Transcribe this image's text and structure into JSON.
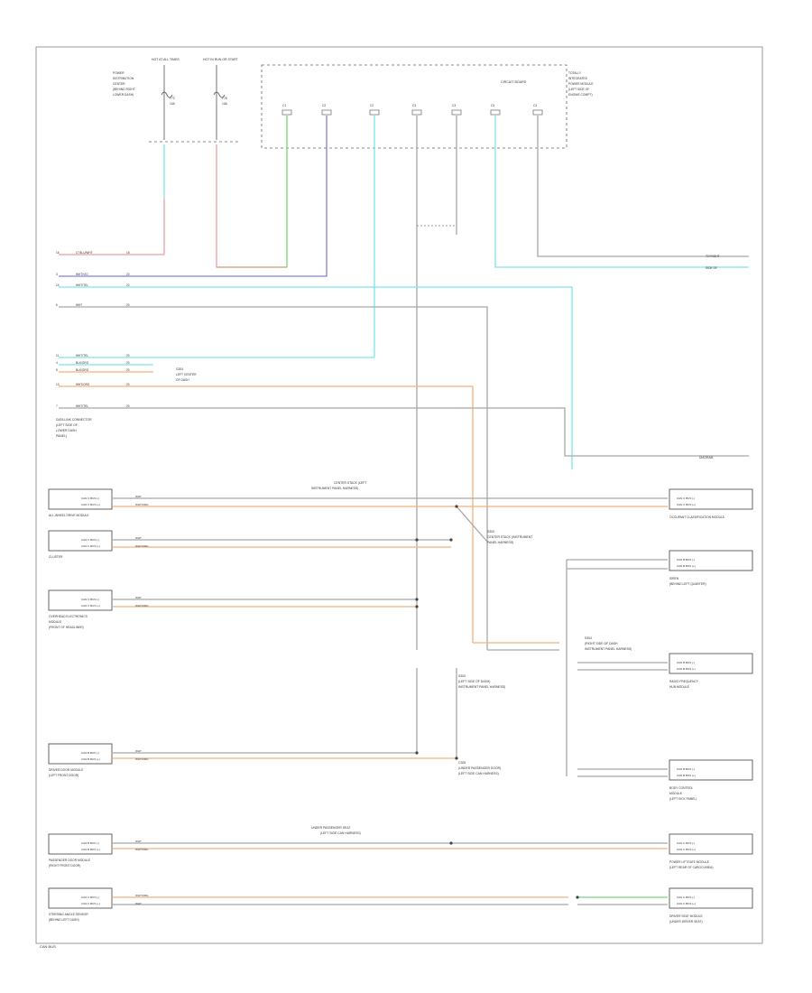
{
  "page": {
    "footer_code": "CAN BUS"
  },
  "colors": {
    "red": "#e8a0a0",
    "green": "#7ad67a",
    "violet": "#8080e0",
    "cyan": "#7fe5e5",
    "orange": "#f3b27a",
    "gray": "#a8a8a8",
    "tan": "#c8a880",
    "black": "#555555"
  },
  "top_fuses": {
    "fuse1": {
      "label": "HOT AT ALL TIMES",
      "desc": [
        "POWER",
        "DISTRIBUTION",
        "CENTER",
        "(BEHIND RIGHT",
        "LOWER DASH)"
      ],
      "amp": "F72",
      "size": "10A"
    },
    "fuse2": {
      "label": "HOT IN RUN OR START",
      "amp": "F78",
      "size": "10A"
    }
  },
  "body_module": {
    "label": "CIRCUIT BOARD",
    "desc": [
      "TOTALLY",
      "INTEGRATED",
      "POWER MODULE",
      "(LEFT SIDE OF",
      "ENGINE COMPT)"
    ],
    "pins": [
      "C1",
      "C2",
      "C2",
      "C3",
      "C3",
      "C3",
      "C3"
    ]
  },
  "dlc": {
    "desc": [
      "DATA LINK CONNECTOR",
      "(LEFT SIDE OF",
      "LOWER DASH",
      "PANEL)"
    ],
    "rows": [
      {
        "pin": "16",
        "color": "LT BLU/WHT",
        "gauge": "18"
      },
      {
        "pin": "3",
        "color": "WHT/VIO",
        "gauge": "20"
      },
      {
        "pin": "14",
        "color": "WHT/TEL",
        "gauge": "20"
      },
      {
        "pin": "6",
        "color": "WHT",
        "gauge": "20"
      },
      {
        "pin": "11",
        "color": "WHT/TEL",
        "gauge": "20"
      },
      {
        "pin": "4",
        "color": "BLK/ORG",
        "gauge": "20"
      },
      {
        "pin": "5",
        "color": "BLK/ORG",
        "gauge": "20"
      },
      {
        "pin": "13",
        "color": "WHT/ORG",
        "gauge": "20"
      },
      {
        "pin": "7",
        "color": "WHT/TEL",
        "gauge": "20"
      }
    ],
    "ground_label": [
      "G204",
      "LEFT CENTER",
      "OF DASH"
    ]
  },
  "modules_left": [
    {
      "name": "ALL-WHEEL DRIVE MODULE",
      "lines": [
        "CAN C BUS (-)",
        "CAN C BUS (+)"
      ],
      "w1": "WHT",
      "w2": "WHT/ORG"
    },
    {
      "name": "CLUSTER",
      "lines": [
        "CAN C BUS (-)",
        "CAN C BUS (+)"
      ],
      "w1": "WHT",
      "w2": "WHT/ORG"
    },
    {
      "name": [
        "OVERHEAD ELECTRONICS",
        "MODULE",
        "(FRONT OF HEADLINER)"
      ],
      "lines": [
        "CAN C BUS (-)",
        "CAN C BUS (+)"
      ],
      "w1": "WHT",
      "w2": "WHT/ORG"
    },
    {
      "name": [
        "DRIVER DOOR MODULE",
        "(LEFT FRONT DOOR)"
      ],
      "lines": [
        "CAN B BUS (-)",
        "CAN B BUS (+)"
      ],
      "w1": "WHT",
      "w2": "WHT/ORG"
    },
    {
      "name": [
        "PASSENGER DOOR MODULE",
        "(RIGHT FRONT DOOR)"
      ],
      "lines": [
        "CAN B BUS (-)",
        "CAN B BUS (+)"
      ],
      "w1": "WHT",
      "w2": "WHT/ORG"
    },
    {
      "name": [
        "STEERING ANGLE SENSOR",
        "(BEHIND LEFT DASH)"
      ],
      "lines": [
        "CAN C BUS (-)",
        "CAN C BUS (+)"
      ],
      "w1": "WHT/ORG",
      "w2": "WHT"
    }
  ],
  "modules_right": [
    {
      "name": "OCCUPANT CLASSIFICATION MODULE",
      "lines": [
        "CAN C BUS (-)",
        "CAN C BUS (+)"
      ]
    },
    {
      "name": [
        "SIREN",
        "(BEHIND LEFT QUARTER)"
      ],
      "lines": [
        "CAN B BUS (-)",
        "CAN B BUS (+)"
      ]
    },
    {
      "name": [
        "RADIO FREQUENCY",
        "HUB MODULE"
      ],
      "lines": [
        "CAN B BUS (-)",
        "CAN B BUS (+)"
      ]
    },
    {
      "name": [
        "BODY CONTROL",
        "MODULE",
        "(LEFT KICK PANEL)"
      ],
      "lines": [
        "CAN B BUS (-)",
        "CAN B BUS (+)"
      ]
    },
    {
      "name": [
        "POWER LIFTGATE MODULE",
        "(LEFT REAR OF CARGO AREA)"
      ],
      "lines": [
        "CAN C BUS (-)",
        "CAN C BUS (+)"
      ]
    },
    {
      "name": [
        "DRIVER SEAT MODULE",
        "(UNDER DRIVER SEAT)"
      ],
      "lines": [
        "CAN C BUS (-)",
        "CAN C BUS (+)"
      ]
    }
  ],
  "splices": {
    "s1": [
      "CENTER STACK (LEFT",
      "INSTRUMENT PANEL HARNESS)"
    ],
    "s2": [
      "S303",
      "CENTER STACK (INSTRUMENT",
      "PANEL HARNESS)"
    ],
    "s3": [
      "S303",
      "(LEFT SIDE OF DASH)",
      "INSTRUMENT PANEL HARNESS)"
    ],
    "s4": [
      "S304",
      "(RIGHT SIDE OF DASH",
      "INSTRUMENT PANEL HARNESS)"
    ],
    "s5": [
      "C305",
      "(UNDER PASSENGER DOOR)",
      "(LEFT SIDE CAN HARNESS)"
    ],
    "s6": [
      "UNDER PASSENGER SEAT",
      "(LEFT SIDE CAN HARNESS)"
    ]
  },
  "right_cont": [
    "TO RIGHT",
    "SIDE OF",
    "DIAGRAM"
  ]
}
